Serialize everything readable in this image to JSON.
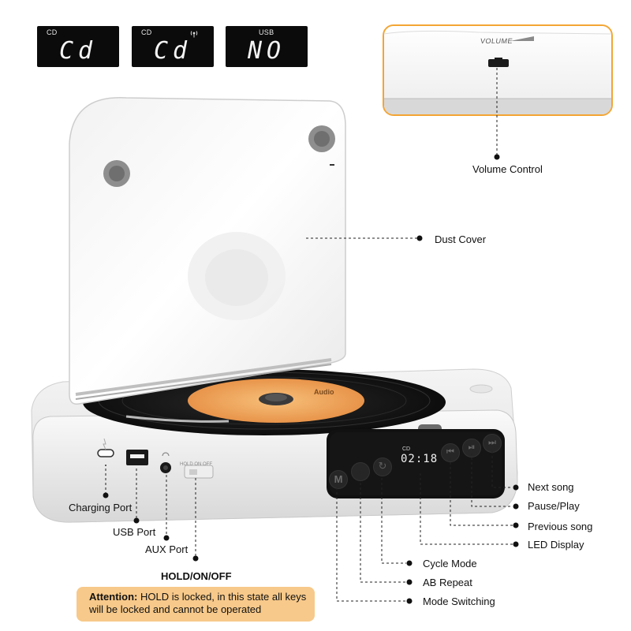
{
  "lcd_displays": [
    {
      "tag": "CD",
      "digits": "Cd",
      "icon": "signal-icon",
      "show_icon": false
    },
    {
      "tag": "CD",
      "digits": "Cd",
      "icon": "signal-icon",
      "show_icon": true
    },
    {
      "tag": "USB",
      "digits": "NO",
      "icon": "signal-icon",
      "show_icon": false
    }
  ],
  "inset": {
    "volume_label": "VOLUME"
  },
  "player": {
    "display_tag": "CD",
    "display_time": "02:18",
    "mode_button_letter": "M",
    "hold_switch_text": "HOLD ON OFF",
    "record_label_text": "Audio"
  },
  "labels": {
    "volume_control": "Volume Control",
    "dust_cover": "Dust Cover",
    "next_song": "Next song",
    "pause_play": "Pause/Play",
    "previous_song": "Previous song",
    "led_display": "LED Display",
    "cycle_mode": "Cycle Mode",
    "ab_repeat": "AB Repeat",
    "mode_switching": "Mode Switching",
    "charging_port": "Charging Port",
    "usb_port": "USB Port",
    "aux_port": "AUX Port",
    "hold_on_off": "HOLD/ON/OFF"
  },
  "attention": {
    "title": "Attention:",
    "text": "HOLD is locked, in this state all keys will be locked and cannot be operated"
  },
  "colors": {
    "accent_border": "#f3a533",
    "attention_bg": "#f7c98a",
    "record_label": "#f2a85a",
    "display_bg": "#0b0b0b",
    "body_white": "#f6f6f6"
  }
}
